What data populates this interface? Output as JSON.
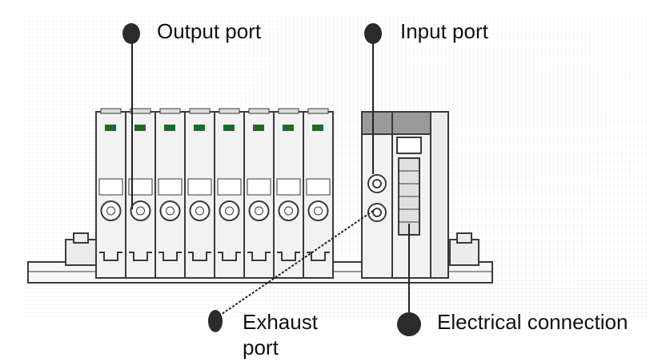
{
  "callouts": {
    "output_port": "Output port",
    "input_port": "Input port",
    "exhaust_port_line1": "Exhaust",
    "exhaust_port_line2": "port",
    "electrical_connection": "Electrical connection"
  },
  "colors": {
    "background": "#ffffff",
    "outline": "#3a3a3a",
    "module_fill": "#f2f2f2",
    "indicator_green": "#1d6b2a",
    "marker_fill": "#2b2b2b",
    "label_text": "#111111"
  },
  "valve_module_count": 8
}
